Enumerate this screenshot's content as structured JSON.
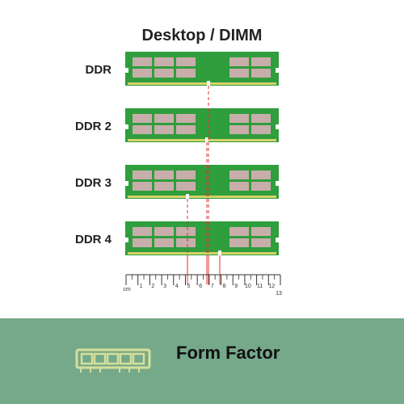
{
  "header": {
    "title": "Desktop / DIMM"
  },
  "modules": [
    {
      "label": "DDR"
    },
    {
      "label": "DDR 2"
    },
    {
      "label": "DDR 3"
    },
    {
      "label": "DDR 4"
    }
  ],
  "ruler": {
    "unit": "cm",
    "ticks": [
      "1",
      "2",
      "3",
      "4",
      "5",
      "6",
      "7",
      "8",
      "9",
      "10",
      "11",
      "12",
      "13"
    ]
  },
  "footer": {
    "label": "Form Factor",
    "icon": "ram-module-icon"
  },
  "colors": {
    "pcb": "#2f9e3c",
    "chip": "#c8aeaa",
    "notch_line": "#e03030",
    "footer_bg": "#75a98a"
  }
}
